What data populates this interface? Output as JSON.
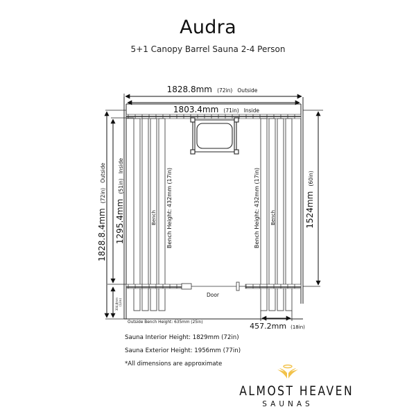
{
  "header": {
    "title": "Audra",
    "subtitle": "5+1 Canopy Barrel Sauna 2-4 Person"
  },
  "dimensions": {
    "outside_width": {
      "value": "1828.8mm",
      "imperial": "(72in)",
      "label": "Outside"
    },
    "inside_width": {
      "value": "1803.4mm",
      "imperial": "(71in)",
      "label": "Inside"
    },
    "outside_depth": {
      "value": "1828.8.4mm",
      "imperial": "(72in)",
      "label": "Outside"
    },
    "inside_depth": {
      "value": "1295.4mm",
      "imperial": "(51in)",
      "label": "Inside"
    },
    "right_depth": {
      "value": "1524mm",
      "imperial": "(60in)"
    },
    "canopy_depth": {
      "value": "304.8mm",
      "imperial": "(12in)"
    },
    "bench_width": {
      "value": "457.2mm",
      "imperial": "(18in)"
    }
  },
  "labels": {
    "bench_left": "Bench",
    "bench_right": "Bench",
    "bench_height_left": "Bench Height: 432mm (17in)",
    "bench_height_right": "Bench Height: 432mm (17in)",
    "door": "Door",
    "outside_bench_height": "Outside Bench Height: 635mm (25in)"
  },
  "notes": {
    "interior_height": "Sauna Interior Height: 1829mm (72in)",
    "exterior_height": "Sauna Exterior Height: 1956mm (77in)",
    "disclaimer": "*All dimensions are approximate"
  },
  "logo": {
    "icon": "halo-wings-icon",
    "main": "ALMOST HEAVEN",
    "sub": "SAUNAS",
    "accent_color": "#f2c24a"
  },
  "colors": {
    "line": "#222222",
    "bench_line": "#555555",
    "background": "#ffffff"
  }
}
